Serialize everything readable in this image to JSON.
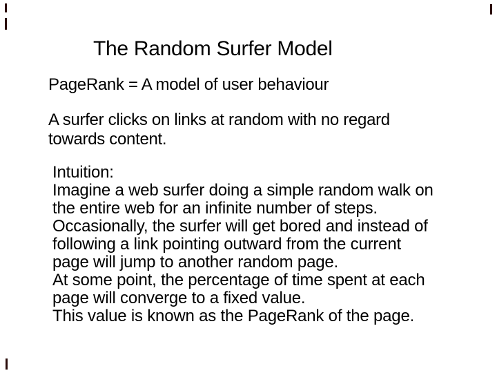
{
  "slide": {
    "background_color": "#ffffff",
    "text_color": "#000000",
    "artifact_color": "#2a0c0a",
    "title": "The Random Surfer Model",
    "subtitle": "PageRank = A model of user behaviour",
    "statement_lines": [
      "A surfer clicks on links at random with no regard",
      "towards content."
    ],
    "intuition_lines": [
      "Intuition:",
      "Imagine a web surfer doing a simple random walk on",
      "the entire web for an infinite number of steps.",
      "Occasionally, the surfer will get bored and instead of",
      "following a link pointing outward from the current",
      "page will jump to another random page.",
      "At some point, the percentage of time spent at each",
      "page will converge to a fixed value.",
      "This value is known as the PageRank of the page."
    ]
  }
}
